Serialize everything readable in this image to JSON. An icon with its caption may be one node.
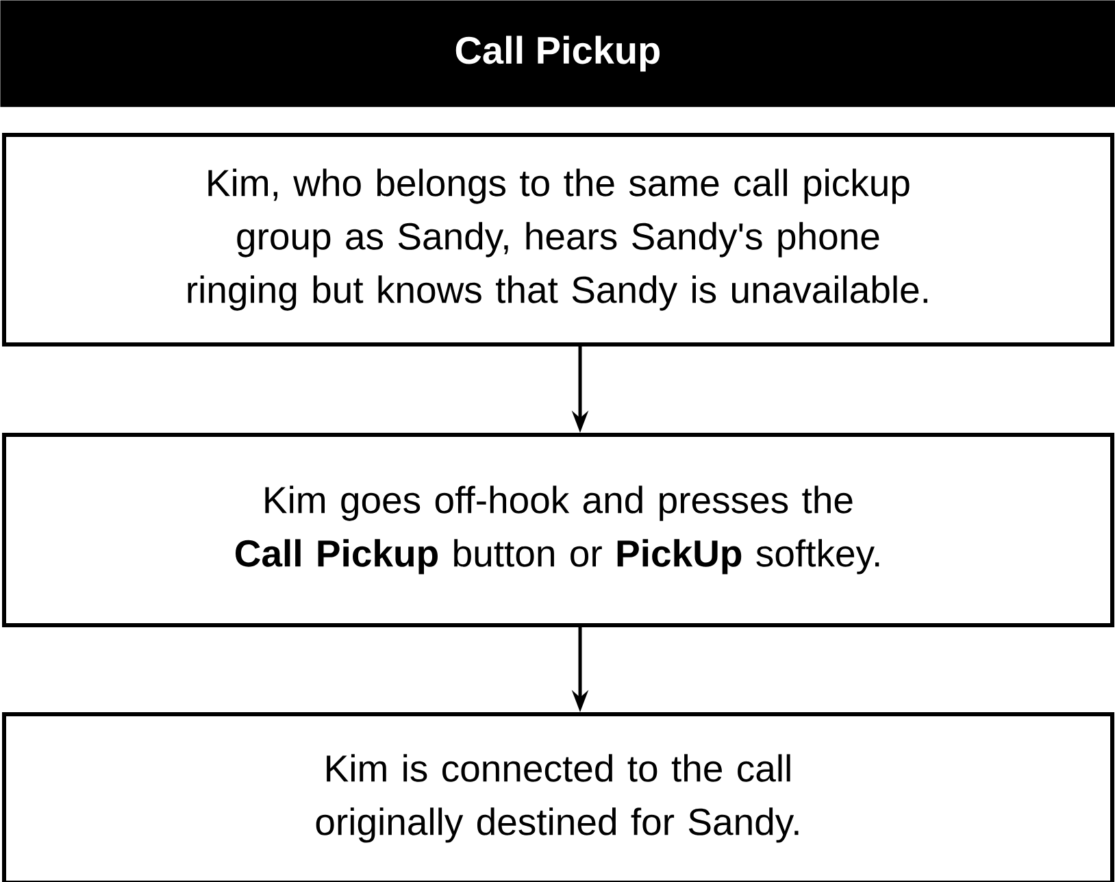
{
  "diagram": {
    "title": "Call Pickup",
    "nodes": [
      {
        "text": [
          "Kim, who belongs to the same call pickup group as Sandy, hears Sandy's phone ringing but knows that Sandy is unavailable."
        ]
      },
      {
        "text": [
          "Kim goes off-hook and presses the **Call Pickup** button or **PickUp** softkey."
        ]
      },
      {
        "text": [
          "Kim is connected to the call originally destined for Sandy."
        ]
      }
    ],
    "edges": [
      {
        "from": 0,
        "to": 1,
        "arrow": "to"
      },
      {
        "from": 1,
        "to": 2,
        "arrow": "to"
      }
    ]
  }
}
